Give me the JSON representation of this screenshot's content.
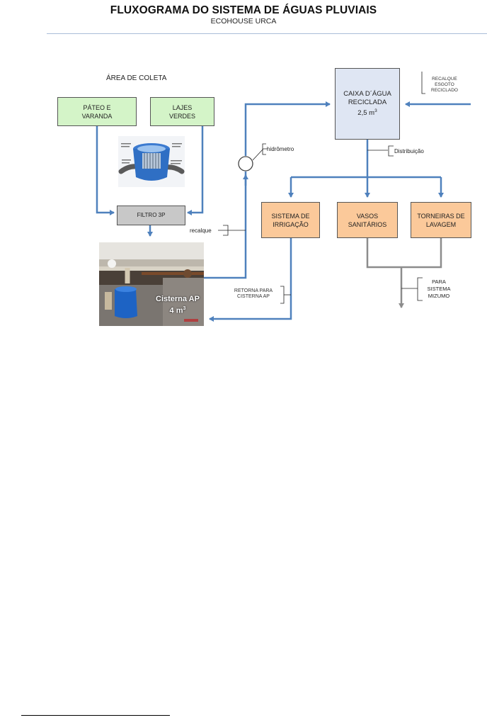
{
  "header": {
    "title": "FLUXOGRAMA DO SISTEMA DE ÁGUAS PLUVIAIS",
    "subtitle": "ECOHOUSE URCA"
  },
  "diagram": {
    "area_coleta": "ÁREA DE COLETA",
    "pateo_l1": "PÁTEO E",
    "pateo_l2": "VARANDA",
    "lajes_l1": "LAJES",
    "lajes_l2": "VERDES",
    "filtro": "FILTRO 3P",
    "cisterna_l1": "Cisterna AP",
    "cisterna_l2": "4 m",
    "cisterna_sup": "3",
    "caixa_l1": "CAIXA D´ÁGUA",
    "caixa_l2": "RECICLADA",
    "caixa_l3": "2,5 m",
    "caixa_sup": "3",
    "recalque_esgoto_l1": "RECALQUE",
    "recalque_esgoto_l2": "ESGOTO",
    "recalque_esgoto_l3": "RECICLADO",
    "hidrometro": "hidrômetro",
    "distribuicao": "Distribuição",
    "recalque": "recalque",
    "irrigacao_l1": "SISTEMA DE",
    "irrigacao_l2": "IRRIGAÇÃO",
    "vasos_l1": "VASOS",
    "vasos_l2": "SANITÁRIOS",
    "torneiras_l1": "TORNEIRAS DE",
    "torneiras_l2": "LAVAGEM",
    "retorna_l1": "RETORNA PARA",
    "retorna_l2": "CISTERNA AP",
    "mizumo_l1": "PARA",
    "mizumo_l2": "SISTEMA",
    "mizumo_l3": "MIZUMO"
  },
  "colors": {
    "flow_blue": "#4f81bd",
    "gray_line": "#8c8c8c",
    "green_box": "#d4f4c8",
    "orange_box": "#fbc99a",
    "blue_box": "#dfe6f3"
  }
}
